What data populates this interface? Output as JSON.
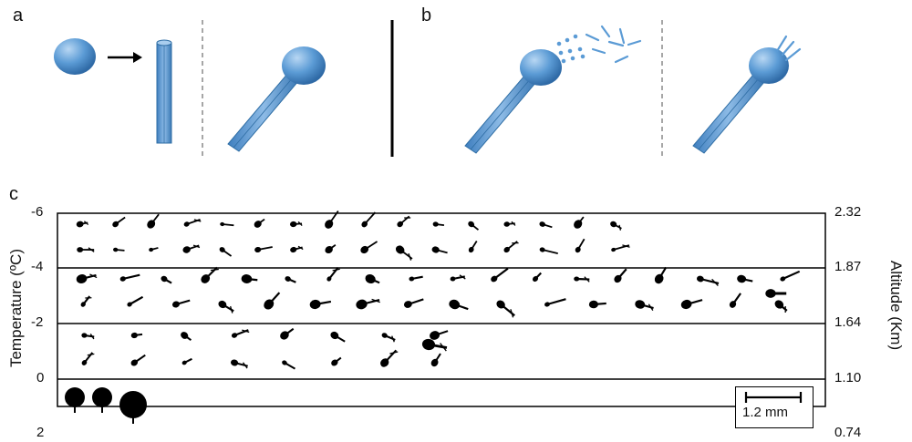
{
  "panels": {
    "a": {
      "label": "a"
    },
    "b": {
      "label": "b"
    },
    "c": {
      "label": "c"
    }
  },
  "axes": {
    "left_title": "Temperature (ºC)",
    "right_title": "Altitude (Km)",
    "left_ticks": [
      "-6",
      "-4",
      "-2",
      "0",
      "2"
    ],
    "right_ticks": [
      "2.32",
      "1.87",
      "1.64",
      "1.10",
      "0.74"
    ]
  },
  "scale_bar": {
    "label": "1.2 mm"
  },
  "colors": {
    "crystal_fill": "#5b9bd5",
    "crystal_dark": "#2e6da4",
    "crystal_light": "#a9cdee",
    "silhouette": "#000000",
    "dashed_divider": "#888888"
  }
}
